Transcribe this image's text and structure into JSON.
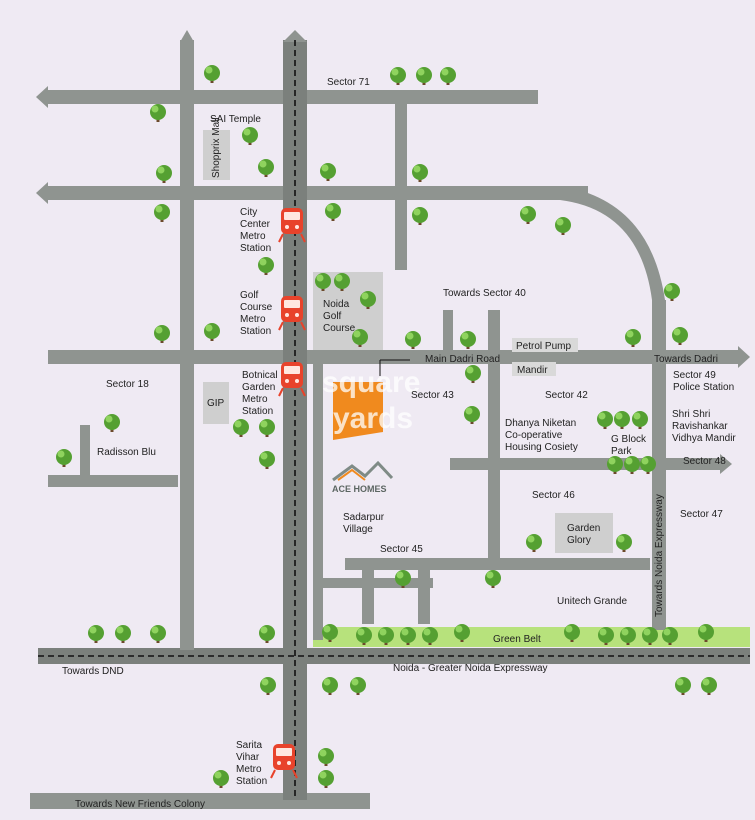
{
  "map": {
    "colors": {
      "background": "#efeaf3",
      "road": "#8f9490",
      "road_dark": "#7b807c",
      "building": "#cfcfcf",
      "tree_canopy": "#55a032",
      "tree_highlight": "#8fd35e",
      "tree_trunk": "#6b4a2b",
      "metro_icon": "#e8432b",
      "site_marker": "#f08a1e",
      "green_belt": "#b7e27c",
      "logo_gray": "#7f8b86",
      "brand_watermark": "#ffffff"
    },
    "labels": {
      "sector71": "Sector 71",
      "sai_temple": "SAI Temple",
      "shopprix_mall": "Shopprix Mall",
      "city_center_metro": [
        "City",
        "Center",
        "Metro",
        "Station"
      ],
      "golf_course_metro": [
        "Golf",
        "Course",
        "Metro",
        "Station"
      ],
      "botanical_metro": [
        "Botnical",
        "Garden",
        "Metro",
        "Station"
      ],
      "noida_golf_course": [
        "Noida",
        "Golf",
        "Course"
      ],
      "towards_sector40": "Towards Sector 40",
      "petrol_pump": "Petrol Pump",
      "main_dadri_road": "Main Dadri Road",
      "towards_dadri": "Towards Dadri",
      "mandir": "Mandir",
      "sector49_police": [
        "Sector 49",
        "Police Station"
      ],
      "sector18": "Sector 18",
      "gip": "GIP",
      "sector43": "Sector 43",
      "sector42": "Sector 42",
      "shri_ravishankar": [
        "Shri Shri",
        "Ravishankar",
        "Vidhya Mandir"
      ],
      "dhanya_niketan": [
        "Dhanya Niketan",
        "Co-operative",
        "Housing Cosiety"
      ],
      "g_block_park": [
        "G Block",
        "Park"
      ],
      "sector48": "Sector 48",
      "radisson_blu": "Radisson Blu",
      "sector46": "Sector 46",
      "sector47": "Sector 47",
      "sadarpur_village": [
        "Sadarpur",
        "Village"
      ],
      "garden_glory": [
        "Garden",
        "Glory"
      ],
      "sector45": "Sector 45",
      "unitech_grande": "Unitech Grande",
      "towards_noida_expressway": "Towards Noida Expressway",
      "green_belt": "Green Belt",
      "towards_dnd": "Towards DND",
      "noida_greater_noida_expressway": "Noida - Greater Noida Expressway",
      "sarita_vihar_metro": [
        "Sarita",
        "Vihar",
        "Metro",
        "Station"
      ],
      "towards_new_friends_colony": "Towards New Friends Colony",
      "project_logo": "ACE HOMES",
      "watermark_square": "square",
      "watermark_yards": "yards"
    },
    "icons": {
      "metro": "metro-train-icon",
      "tree": "tree-icon",
      "site": "project-site-marker-icon",
      "logo": "house-roof-logo-icon"
    }
  }
}
